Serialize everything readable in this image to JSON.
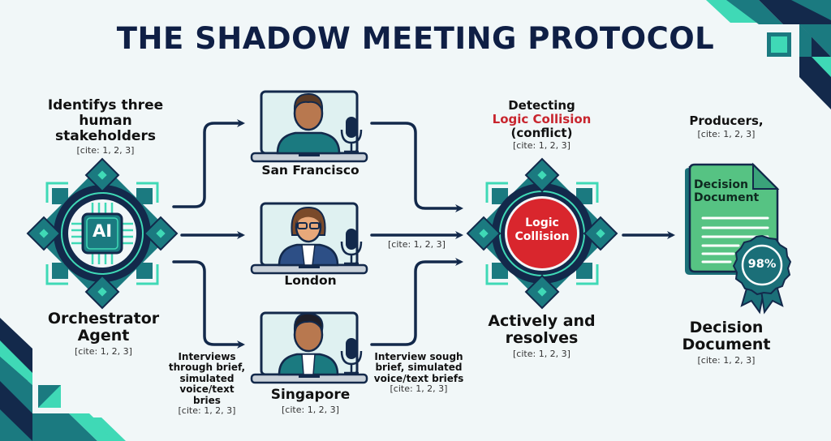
{
  "title": "THE SHADOW MEETING PROTOCOL",
  "colors": {
    "navy": "#13294b",
    "teal": "#1b7a80",
    "mint": "#3fd9b6",
    "red": "#d9262d",
    "doc_green": "#56c383",
    "bg": "#f1f7f8"
  },
  "orchestrator": {
    "top_label": "Identifys three human stakeholders",
    "top_cite": "[cite: 1, 2, 3]",
    "icon_text": "AI",
    "bottom_label_1": "Orchestrator",
    "bottom_label_2": "Agent",
    "bottom_cite": "[cite: 1, 2, 3]"
  },
  "stakeholders": [
    {
      "city": "San Francisco"
    },
    {
      "city": "London"
    },
    {
      "city": "Singapore",
      "cite": "[cite: 1, 2, 3]"
    }
  ],
  "interview_left": {
    "lines": [
      "Interviews",
      "through brief,",
      "simulated",
      "voice/text bries"
    ],
    "cite": "[cite: 1, 2, 3]"
  },
  "interview_right": {
    "lines": [
      "Interview sough",
      "brief, simulated",
      "voice/text briefs"
    ],
    "cite": "[cite: 1, 2, 3]"
  },
  "london_arrow_cite": "[cite: 1, 2, 3]",
  "collision": {
    "top_label_1": "Detecting",
    "top_label_highlight": "Logic Collision",
    "top_label_3": "(conflict)",
    "top_cite": "[cite: 1, 2, 3]",
    "icon_line_1": "Logic",
    "icon_line_2": "Collision",
    "bottom_label_1": "Actively and",
    "bottom_label_2": "resolves",
    "bottom_cite": "[cite: 1, 2, 3]"
  },
  "decision": {
    "top_label": "Producers,",
    "top_cite": "[cite: 1, 2, 3]",
    "doc_title_1": "Decision",
    "doc_title_2": "Document",
    "badge": "98%",
    "bottom_label_1": "Decision",
    "bottom_label_2": "Document",
    "bottom_cite": "[cite: 1, 2, 3]"
  }
}
